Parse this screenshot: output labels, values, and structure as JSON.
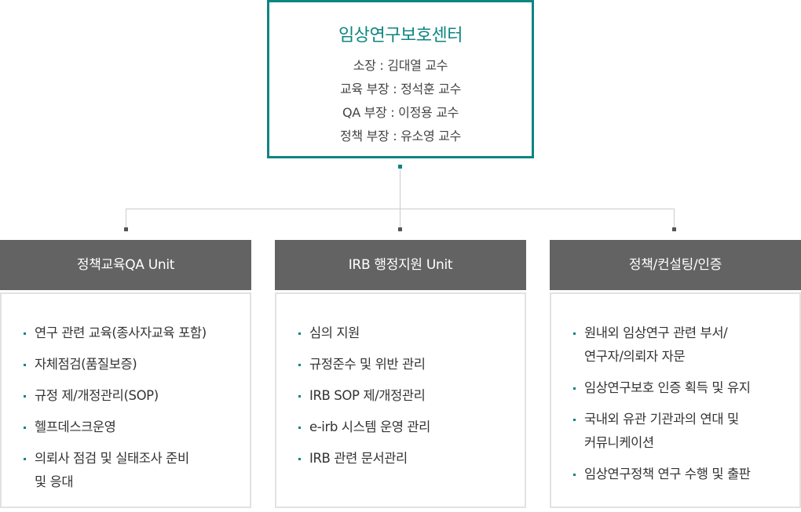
{
  "center": {
    "title": "임상연구보호센터",
    "lines": [
      "소장 : 김대열 교수",
      "교육 부장 : 정석훈 교수",
      "QA 부장 : 이정용 교수",
      "정책 부장 : 유소영 교수"
    ]
  },
  "units": [
    {
      "title": "정책교육QA Unit",
      "items": [
        "연구 관련 교육(종사자교육 포함)",
        "자체점검(품질보증)",
        "규정 제/개정관리(SOP)",
        "헬프데스크운영",
        "의뢰사 점검 및 실태조사 준비\n및 응대"
      ]
    },
    {
      "title": "IRB 행정지원 Unit",
      "items": [
        "심의 지원",
        "규정준수 및 위반 관리",
        "IRB SOP 제/개정관리",
        "e-irb 시스템 운영 관리",
        "IRB 관련 문서관리"
      ]
    },
    {
      "title": "정책/컨설팅/인증",
      "items": [
        "원내외 임상연구 관련 부서/\n연구자/의뢰자 자문",
        "임상연구보호 인증 획득 및 유지",
        "국내외 유관 기관과의 연대 및\n커뮤니케이션",
        "임상연구정책 연구 수행 및 출판"
      ]
    }
  ],
  "colors": {
    "accent": "#0e8580",
    "header_bg": "#636363",
    "connector": "#cccccc",
    "dot": "#555555"
  }
}
